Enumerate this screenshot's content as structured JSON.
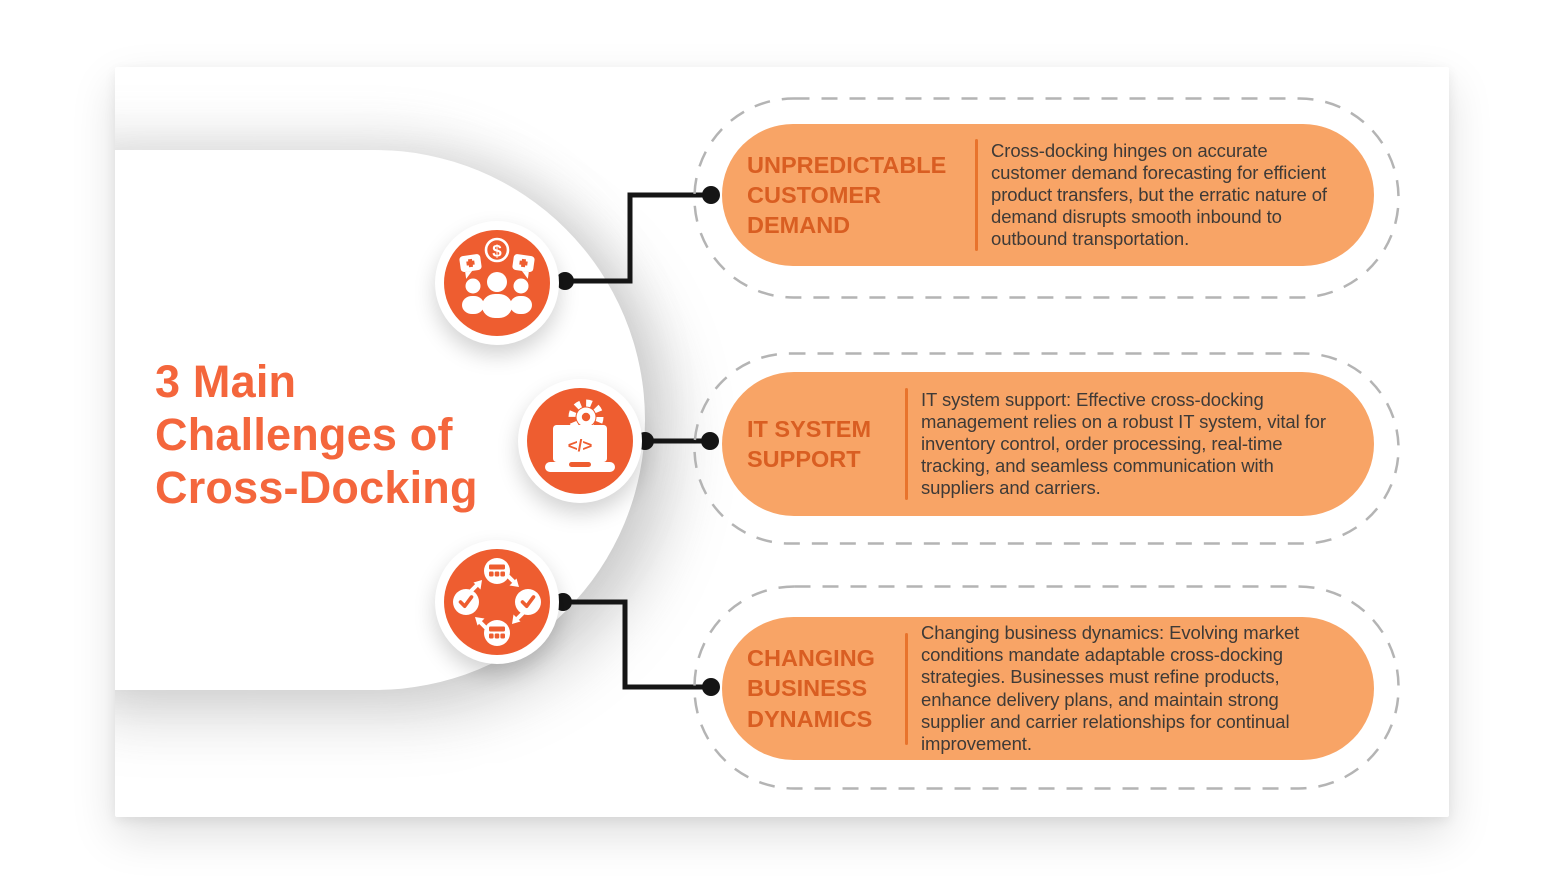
{
  "title": {
    "lines": [
      "3 Main",
      "Challenges of",
      "Cross-Docking"
    ]
  },
  "items": [
    {
      "heading": "UNPREDICTABLE CUSTOMER DEMAND",
      "body": "Cross-docking hinges on accurate customer demand forecasting for efficient product transfers, but the erratic nature of demand disrupts smooth inbound to outbound transportation.",
      "icon": "customer-demand-icon"
    },
    {
      "heading": "IT SYSTEM SUPPORT",
      "body": "IT system support: Effective cross-docking management relies on a robust IT system, vital for inventory control, order processing, real-time tracking, and seamless communication with suppliers and carriers.",
      "icon": "it-system-icon"
    },
    {
      "heading": "CHANGING BUSINESS DYNAMICS",
      "body": "Changing business dynamics: Evolving market conditions mandate adaptable cross-docking strategies. Businesses must refine products, enhance delivery plans, and maintain strong supplier and carrier relationships for continual improvement.",
      "icon": "business-cycle-icon"
    }
  ],
  "colors": {
    "accent_orange": "#EE5D30",
    "title_orange": "#F4663C",
    "heading_orange": "#D95E22",
    "pill_fill": "#F8A466",
    "divider_orange": "#E8732C",
    "body_text": "#3E3A37",
    "dashed_outline": "#B4B4B4",
    "connector_black": "#151515"
  }
}
